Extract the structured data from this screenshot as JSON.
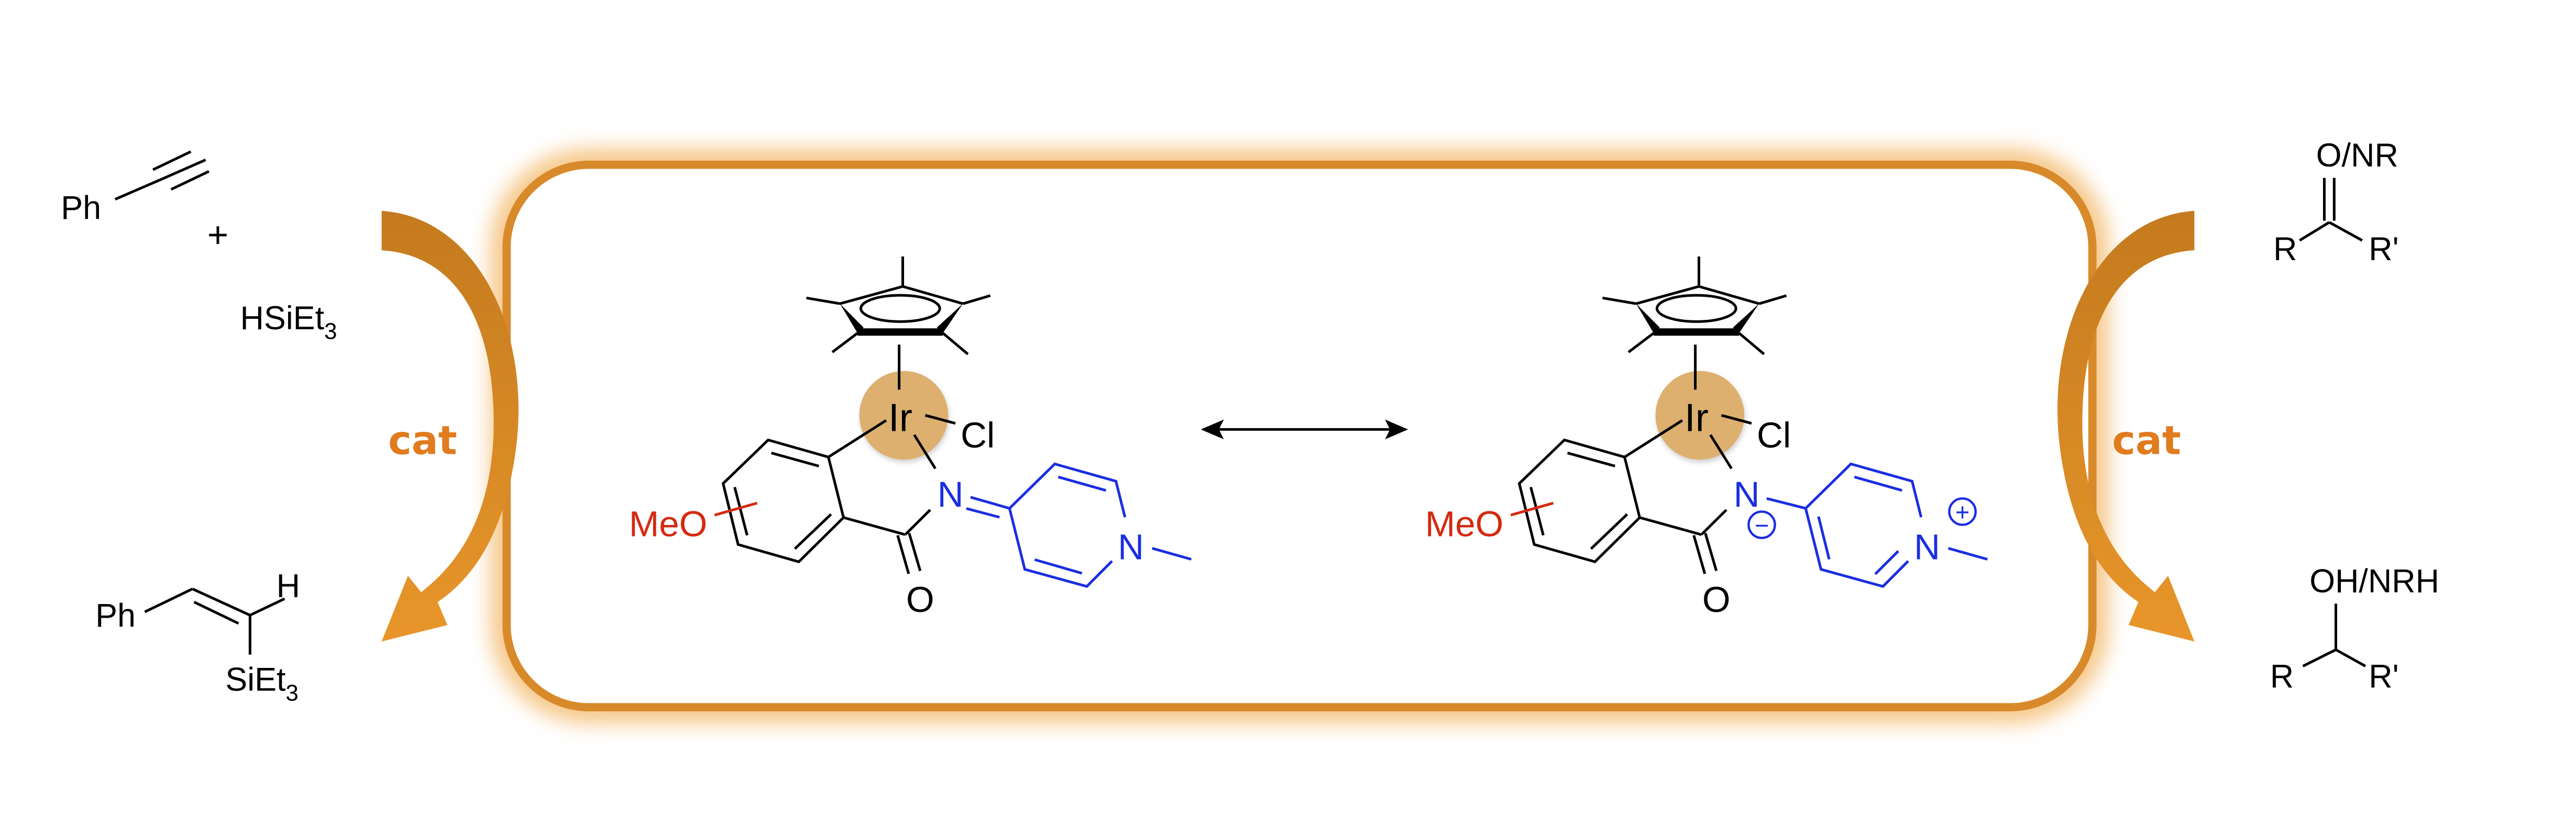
{
  "colors": {
    "accent": "#d88a2a",
    "arrow_dark": "#c47a1e",
    "arrow_light": "#e8962a",
    "ligand_blue": "#1a2ee0",
    "methoxy_red": "#d42a10",
    "metal_highlight": "#ddb070"
  },
  "left_reaction": {
    "reactant1_label": "Ph",
    "plus": "+",
    "reactant2_main": "HSiEt",
    "reactant2_sub": "3",
    "catalyst_label": "cat",
    "product_ph": "Ph",
    "product_h": "H",
    "product_si_main": "SiEt",
    "product_si_sub": "3"
  },
  "right_reaction": {
    "substrate_top": "O/NR",
    "substrate_r": "R",
    "substrate_r2": "R'",
    "catalyst_label": "cat",
    "product_top": "OH/NRH",
    "product_r": "R",
    "product_r2": "R'"
  },
  "complex_neutral": {
    "metal": "Ir",
    "halide": "Cl",
    "methoxy": "MeO",
    "imine_n": "N",
    "carbonyl_o": "O",
    "pyridine_n": "N"
  },
  "complex_zwitterion": {
    "metal": "Ir",
    "halide": "Cl",
    "methoxy": "MeO",
    "amide_n": "N",
    "carbonyl_o": "O",
    "pyridinium_n": "N",
    "minus": "−",
    "plus": "+"
  }
}
